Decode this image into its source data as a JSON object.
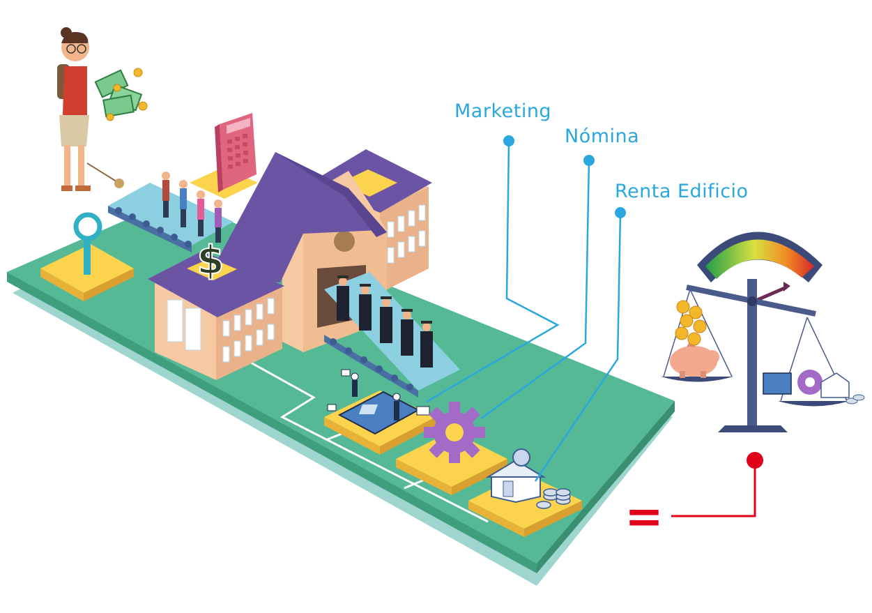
{
  "labels": {
    "marketing": "Marketing",
    "nomina": "Nómina",
    "renta": "Renta Edificio"
  },
  "symbols": {
    "dollar": "$",
    "equals": "="
  },
  "colors": {
    "label_blue": "#2aa7df",
    "connector_red": "#e1001a",
    "board_green": "#56b996",
    "board_shadow": "#9ed6cf",
    "roof_purple": "#6b54a3",
    "pad_yellow": "#fcd34d",
    "wall_peach": "#f6c9a3"
  },
  "icons": [
    "person-with-money-icon",
    "money-bills-icon",
    "magnifier-icon",
    "calculator-icon",
    "school-building-icon",
    "dollar-sign-icon",
    "students-conveyor-icon",
    "graduates-icon",
    "workers-laptop-icon",
    "gear-icon",
    "house-savings-icon",
    "coins-icon",
    "balance-scale-icon",
    "piggy-bank-icon",
    "gauge-icon",
    "equals-sign-icon"
  ]
}
